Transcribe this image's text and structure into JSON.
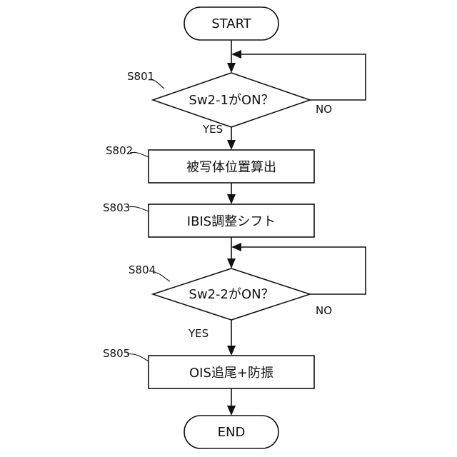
{
  "flowchart": {
    "start": "START",
    "end": "END",
    "steps": [
      {
        "id": "S801",
        "type": "decision",
        "text": "Sw2-1がON？",
        "yes": "YES",
        "no": "NO"
      },
      {
        "id": "S802",
        "type": "process",
        "text": "被写体位置算出"
      },
      {
        "id": "S803",
        "type": "process",
        "text": "IBIS調整シフト"
      },
      {
        "id": "S804",
        "type": "decision",
        "text": "Sw2-2がON？",
        "yes": "YES",
        "no": "NO"
      },
      {
        "id": "S805",
        "type": "process",
        "text": "OIS追尾+防振"
      }
    ]
  }
}
